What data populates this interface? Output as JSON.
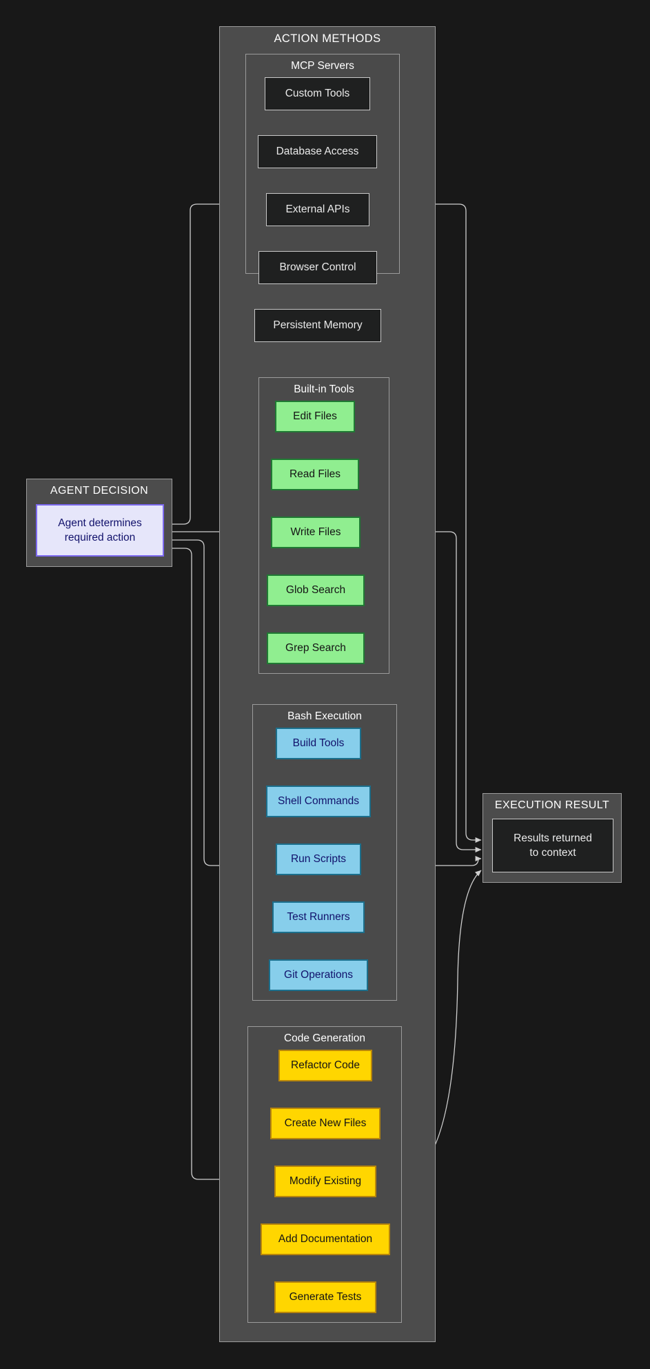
{
  "diagram": {
    "background": "#181818",
    "outer": {
      "title": "ACTION METHODS"
    },
    "agent_decision": {
      "title": "AGENT DECISION",
      "node_line1": "Agent determines",
      "node_line2": "required action"
    },
    "execution_result": {
      "title": "EXECUTION RESULT",
      "node_line1": "Results returned",
      "node_line2": "to context"
    },
    "sections": [
      {
        "title": "MCP Servers",
        "style": "dark",
        "fill": "#1f2020",
        "stroke": "#c9c9c9",
        "text_color": "#eaeaea",
        "nodes": [
          {
            "label": "Custom Tools"
          },
          {
            "label": "Database Access"
          },
          {
            "label": "External APIs"
          },
          {
            "label": "Browser Control"
          },
          {
            "label": "Persistent Memory"
          }
        ]
      },
      {
        "title": "Built-in Tools",
        "style": "green",
        "fill": "#90ee90",
        "stroke": "#1f7a33",
        "text_color": "#141414",
        "nodes": [
          {
            "label": "Edit Files"
          },
          {
            "label": "Read Files"
          },
          {
            "label": "Write Files"
          },
          {
            "label": "Glob Search"
          },
          {
            "label": "Grep Search"
          }
        ]
      },
      {
        "title": "Bash Execution",
        "style": "blue",
        "fill": "#87ceeb",
        "stroke": "#1b6f8c",
        "text_color": "#11116b",
        "nodes": [
          {
            "label": "Build Tools"
          },
          {
            "label": "Shell Commands"
          },
          {
            "label": "Run Scripts"
          },
          {
            "label": "Test Runners"
          },
          {
            "label": "Git Operations"
          }
        ]
      },
      {
        "title": "Code Generation",
        "style": "yellow",
        "fill": "#ffd600",
        "stroke": "#b8860b",
        "text_color": "#141414",
        "nodes": [
          {
            "label": "Refactor Code"
          },
          {
            "label": "Create New Files"
          },
          {
            "label": "Modify Existing"
          },
          {
            "label": "Add Documentation"
          },
          {
            "label": "Generate Tests"
          }
        ]
      }
    ],
    "edges": [
      {
        "from": "Agent determines required action",
        "to": "External APIs"
      },
      {
        "from": "Agent determines required action",
        "to": "Write Files"
      },
      {
        "from": "Agent determines required action",
        "to": "Run Scripts"
      },
      {
        "from": "Agent determines required action",
        "to": "Modify Existing"
      },
      {
        "from": "External APIs",
        "to": "Results returned to context"
      },
      {
        "from": "Write Files",
        "to": "Results returned to context"
      },
      {
        "from": "Run Scripts",
        "to": "Results returned to context"
      },
      {
        "from": "Modify Existing",
        "to": "Results returned to context"
      }
    ],
    "edge_color": "#d0d0d0"
  }
}
